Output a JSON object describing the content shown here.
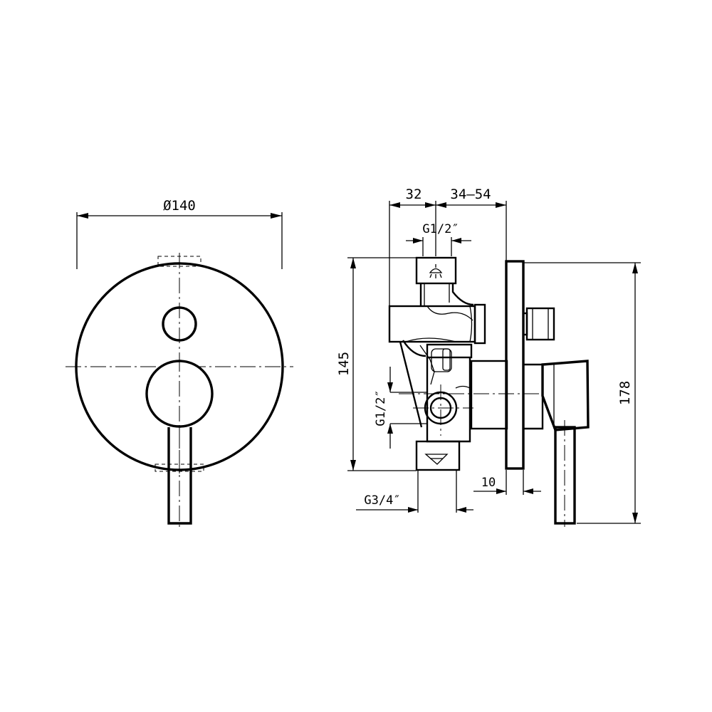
{
  "dimensions": {
    "front_diameter": "Ø140",
    "width_32": "32",
    "width_34_54": "34–54",
    "thread_top": "G1/2″",
    "height_145": "145",
    "height_178": "178",
    "thread_side": "G1/2″",
    "plate_10": "10",
    "thread_bottom": "G3/4″"
  }
}
